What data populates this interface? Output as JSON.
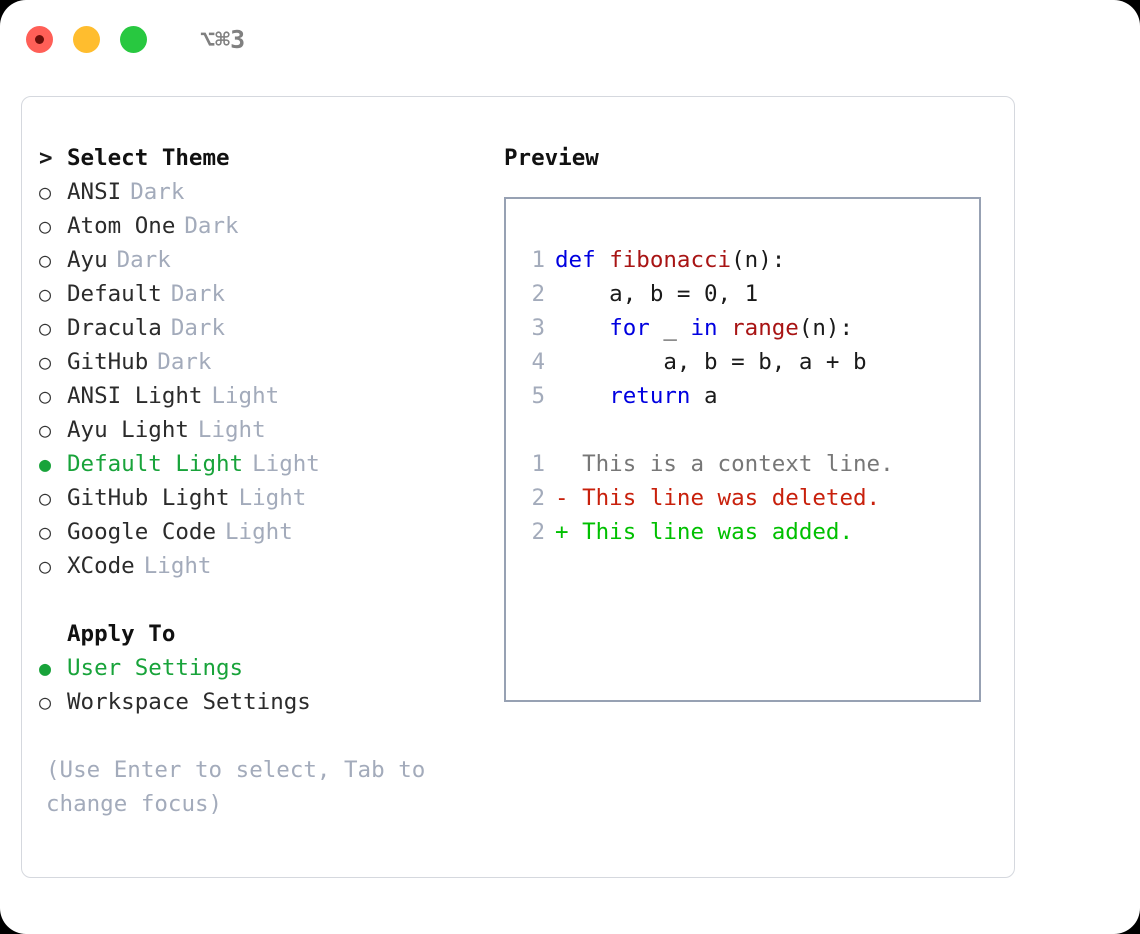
{
  "window": {
    "shortcut": "⌥⌘3",
    "traffic_lights": [
      "close",
      "minimize",
      "zoom"
    ]
  },
  "theme_picker": {
    "heading_marker": ">",
    "heading": "Select Theme",
    "marker_unselected": "○",
    "marker_selected": "●",
    "items": [
      {
        "label": "ANSI",
        "tag": "Dark",
        "selected": false
      },
      {
        "label": "Atom One",
        "tag": "Dark",
        "selected": false
      },
      {
        "label": "Ayu",
        "tag": "Dark",
        "selected": false
      },
      {
        "label": "Default",
        "tag": "Dark",
        "selected": false
      },
      {
        "label": "Dracula",
        "tag": "Dark",
        "selected": false
      },
      {
        "label": "GitHub",
        "tag": "Dark",
        "selected": false
      },
      {
        "label": "ANSI Light",
        "tag": "Light",
        "selected": false
      },
      {
        "label": "Ayu Light",
        "tag": "Light",
        "selected": false
      },
      {
        "label": "Default Light",
        "tag": "Light",
        "selected": true
      },
      {
        "label": "GitHub Light",
        "tag": "Light",
        "selected": false
      },
      {
        "label": "Google Code",
        "tag": "Light",
        "selected": false
      },
      {
        "label": "XCode",
        "tag": "Light",
        "selected": false
      }
    ]
  },
  "apply_to": {
    "heading": "Apply To",
    "items": [
      {
        "label": "User Settings",
        "selected": true
      },
      {
        "label": "Workspace Settings",
        "selected": false
      }
    ]
  },
  "hint": "(Use Enter to select, Tab to change focus)",
  "preview": {
    "title": "Preview",
    "code_lines": [
      {
        "number": "1",
        "tokens": [
          {
            "t": "def ",
            "c": "kw"
          },
          {
            "t": "fibonacci",
            "c": "fn"
          },
          {
            "t": "(n):",
            "c": "pl"
          }
        ]
      },
      {
        "number": "2",
        "tokens": [
          {
            "t": "    a, b = 0, 1",
            "c": "pl"
          }
        ]
      },
      {
        "number": "3",
        "tokens": [
          {
            "t": "    ",
            "c": "pl"
          },
          {
            "t": "for",
            "c": "kw"
          },
          {
            "t": " _ ",
            "c": "pl"
          },
          {
            "t": "in",
            "c": "kw"
          },
          {
            "t": " ",
            "c": "pl"
          },
          {
            "t": "range",
            "c": "fn"
          },
          {
            "t": "(n):",
            "c": "pl"
          }
        ]
      },
      {
        "number": "4",
        "tokens": [
          {
            "t": "        a, b = b, a + b",
            "c": "pl"
          }
        ]
      },
      {
        "number": "5",
        "tokens": [
          {
            "t": "    ",
            "c": "pl"
          },
          {
            "t": "return",
            "c": "kw"
          },
          {
            "t": " a",
            "c": "pl"
          }
        ]
      }
    ],
    "diff_lines": [
      {
        "number": "1",
        "text": "  This is a context line.",
        "kind": "ctx"
      },
      {
        "number": "2",
        "text": "- This line was deleted.",
        "kind": "del"
      },
      {
        "number": "2",
        "text": "+ This line was added.",
        "kind": "add"
      }
    ]
  },
  "colors": {
    "accent_green": "#18a33a",
    "muted": "#a3abbb",
    "keyword_blue": "#0000e0",
    "function_red": "#a81414",
    "diff_add": "#00c000",
    "diff_del": "#c8200c",
    "border": "#97a1b3"
  }
}
